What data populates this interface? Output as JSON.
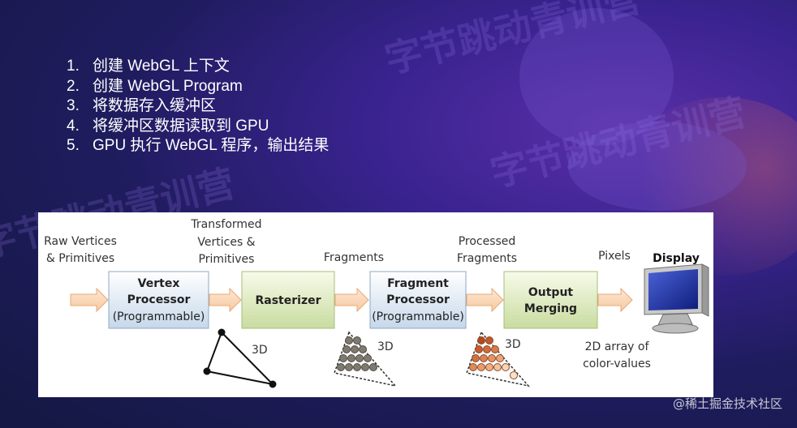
{
  "steps": [
    {
      "num": "1.",
      "text": "创建 WebGL 上下文"
    },
    {
      "num": "2.",
      "text": "创建 WebGL Program"
    },
    {
      "num": "3.",
      "text": "将数据存入缓冲区"
    },
    {
      "num": "4.",
      "text": "将缓冲区数据读取到 GPU"
    },
    {
      "num": "5.",
      "text": "GPU 执行 WebGL 程序，输出结果"
    }
  ],
  "diagram": {
    "input_label": [
      "Raw Vertices",
      "& Primitives"
    ],
    "transformed_label": [
      "Transformed",
      "Vertices &",
      "Primitives"
    ],
    "fragments_label": "Fragments",
    "processed_label": [
      "Processed",
      "Fragments"
    ],
    "pixels_label": "Pixels",
    "display_label": "Display",
    "vertex_box": [
      "Vertex",
      "Processor",
      "(Programmable)"
    ],
    "rasterizer_box": "Rasterizer",
    "fragment_box": [
      "Fragment",
      "Processor",
      "(Programmable)"
    ],
    "output_box": [
      "Output",
      "Merging"
    ],
    "label_3d": "3D",
    "color_values_label": [
      "2D array of",
      "color-values"
    ]
  },
  "watermark": "字节跳动青训营",
  "footer": "@稀土掘金技术社区",
  "colors": {
    "box_fill_top": "#ffffff",
    "box_fill_bottom": "#c7d9ea",
    "box_green_top": "#f5f9ea",
    "box_green_bottom": "#c9dba0",
    "arrow_fill": "#fbdcc0",
    "arrow_stroke": "#e8a877"
  }
}
